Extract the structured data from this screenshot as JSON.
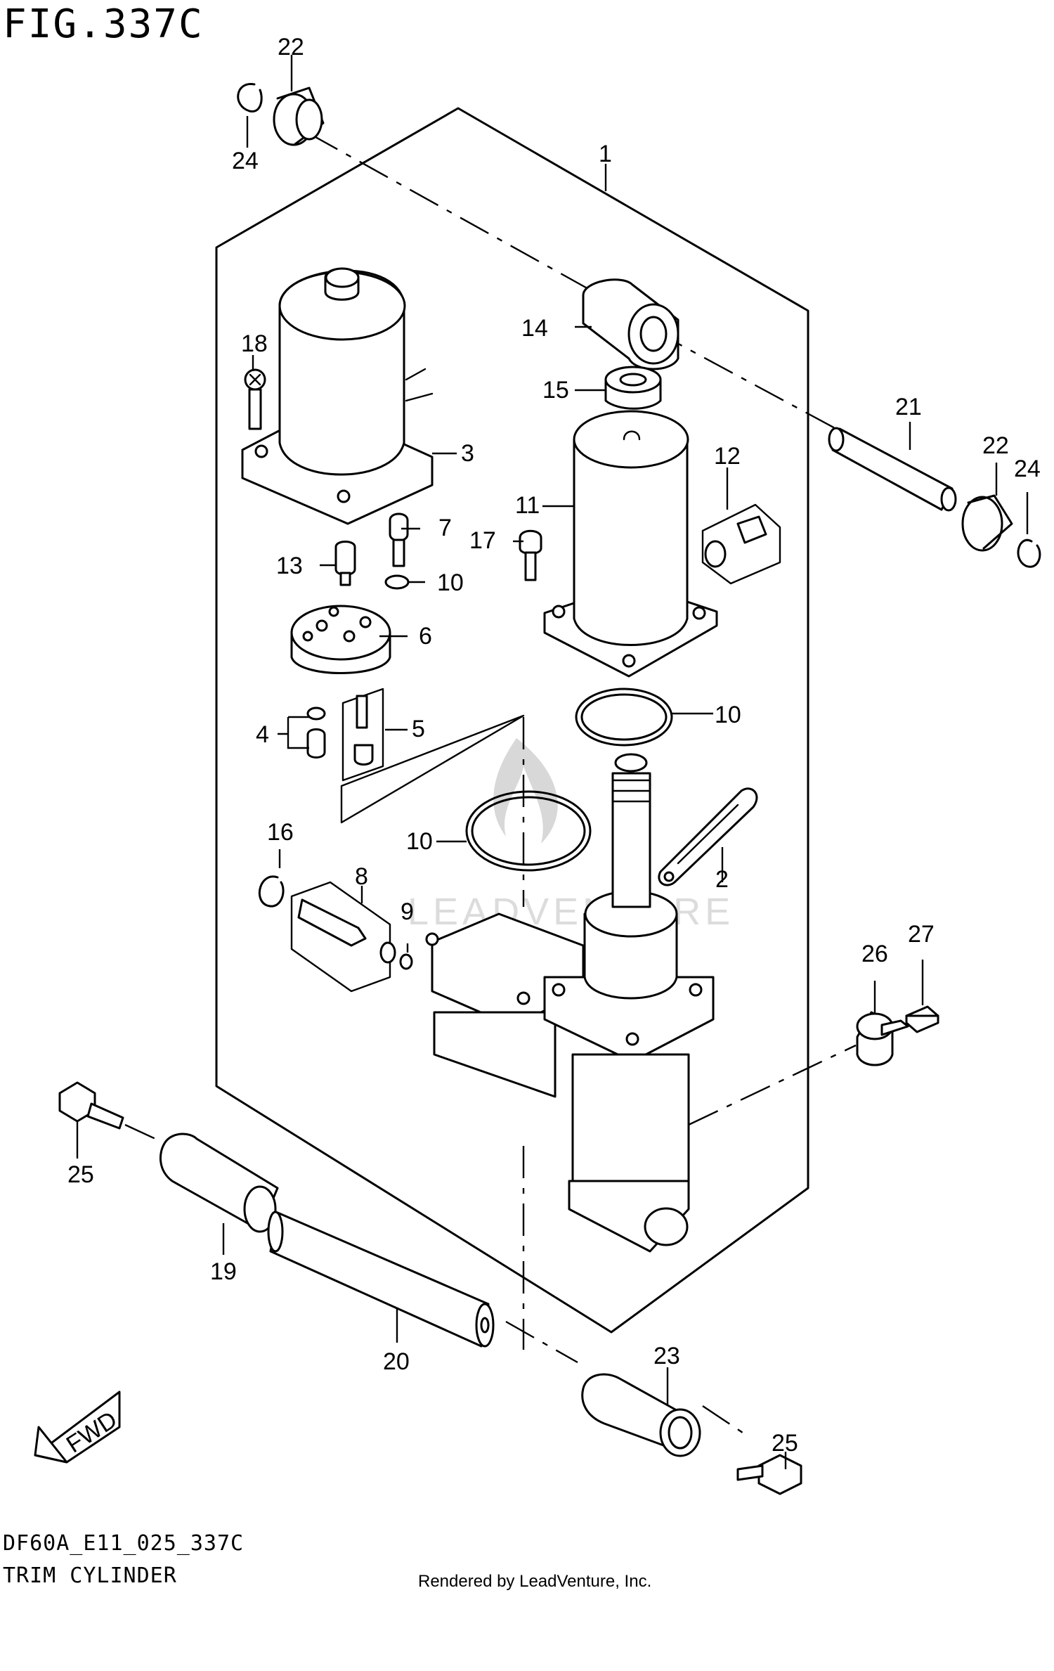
{
  "header": {
    "figure_id": "FIG.337C"
  },
  "footer": {
    "diagram_code": "DF60A_E11_025_337C",
    "diagram_name": "TRIM CYLINDER",
    "render_credit": "Rendered by LeadVenture, Inc."
  },
  "watermark": {
    "text": "LEADVENTURE"
  },
  "arrow": {
    "label": "FWD"
  },
  "callouts": {
    "c1": "1",
    "c2": "2",
    "c3": "3",
    "c4": "4",
    "c5": "5",
    "c6": "6",
    "c7": "7",
    "c8": "8",
    "c9": "9",
    "c10a": "10",
    "c10b": "10",
    "c10c": "10",
    "c11": "11",
    "c12": "12",
    "c13": "13",
    "c14": "14",
    "c15": "15",
    "c16": "16",
    "c17": "17",
    "c18": "18",
    "c19": "19",
    "c20": "20",
    "c21": "21",
    "c22a": "22",
    "c22b": "22",
    "c23": "23",
    "c24a": "24",
    "c24b": "24",
    "c25a": "25",
    "c25b": "25",
    "c26": "26",
    "c27": "27"
  }
}
